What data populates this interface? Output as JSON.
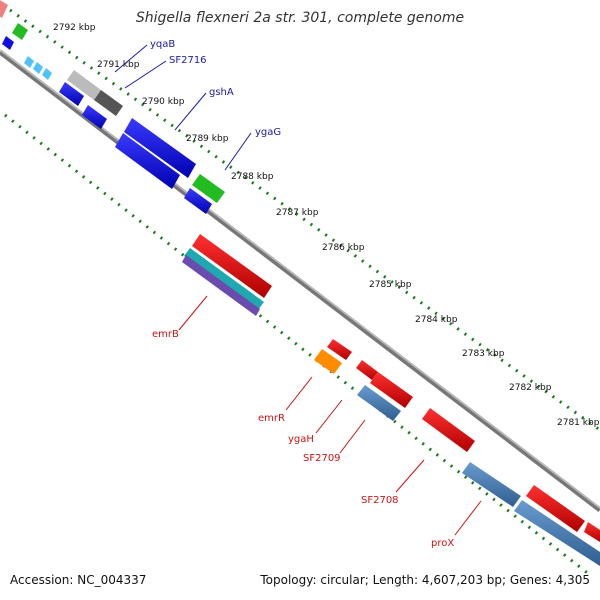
{
  "title": "Shigella flexneri 2a str. 301, complete genome",
  "footer": {
    "accession": "Accession: NC_004337",
    "topology": "Topology: circular; Length: 4,607,203 bp; Genes: 4,305"
  },
  "ticks": [
    "2792 kbp",
    "2791 kbp",
    "2790 kbp",
    "2789 kbp",
    "2788 kbp",
    "2787 kbp",
    "2786 kbp",
    "2785 kbp",
    "2784 kbp",
    "2783 kbp",
    "2782 kbp",
    "2781 kbp"
  ],
  "gene_labels_forward": [
    "yqaB",
    "SF2716",
    "gshA",
    "ygaG"
  ],
  "gene_labels_reverse": [
    "emrB",
    "emrR",
    "ygaH",
    "SF2709",
    "SF2708",
    "proX"
  ],
  "colors": {
    "backbone": "#888888",
    "forward_gene": "#1010e0",
    "reverse_gene": "#e81010",
    "transporter": "#4682b4",
    "regulator": "#ff8c00",
    "green_gene": "#22bb22",
    "grey_gene": "#aaaaaa",
    "dark_grey_gene": "#555555",
    "tick_dots": "#1a7a1a"
  }
}
